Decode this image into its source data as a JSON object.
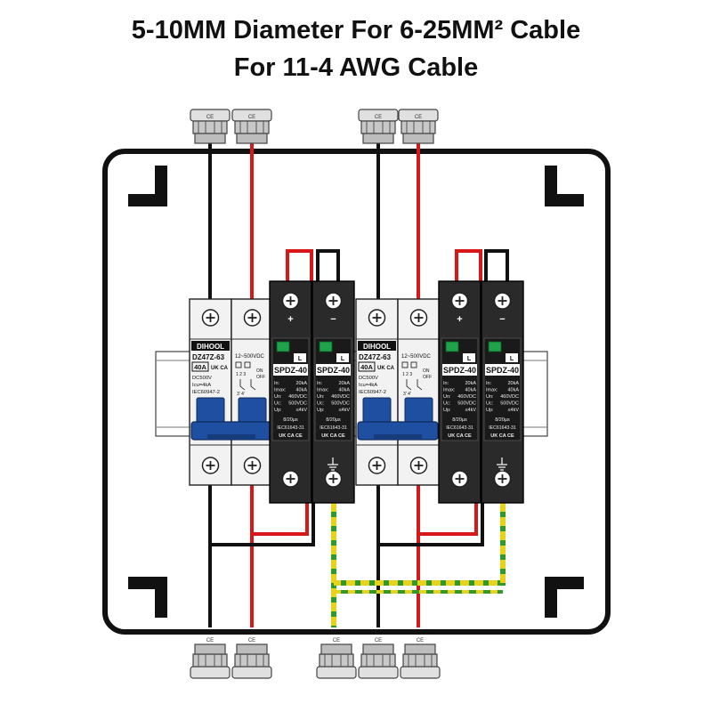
{
  "title": {
    "line1": "5-10MM Diameter For 6-25MM² Cable",
    "line2": "For 11-4 AWG Cable"
  },
  "breakers": [
    {
      "brand": "DIHOOL",
      "model": "DZ47Z-63",
      "rating": "40A",
      "specs": [
        "DC500V",
        "Icu=4kA",
        "IEC60947-2"
      ],
      "voltage_range": "12~500VDC",
      "on_label": "ON",
      "off_label": "OFF",
      "mark": "UK CA",
      "terminal_numbers": "1 2 3",
      "pole_numbers": "3' 4'"
    },
    {
      "brand": "DIHOOL",
      "model": "DZ47Z-63",
      "rating": "40A",
      "specs": [
        "DC500V",
        "Icu=4kA",
        "IEC60947-2"
      ],
      "voltage_range": "12~500VDC",
      "on_label": "ON",
      "off_label": "OFF",
      "mark": "UK CA",
      "terminal_numbers": "1 2 3",
      "pole_numbers": "3' 4'"
    }
  ],
  "spds": [
    {
      "model": "SPDZ-40",
      "label": "L",
      "rows": [
        [
          "In:",
          "20kA"
        ],
        [
          "Imax:",
          "40kA"
        ],
        [
          "Un:",
          "460VDC"
        ],
        [
          "Uc:",
          "500VDC"
        ],
        [
          "Up:",
          "≤4kV"
        ]
      ],
      "waveform": "8/20μs",
      "standard": "IEC61643-31",
      "marks": "UK CA CE",
      "plus_label": "+",
      "minus_label": "−"
    },
    {
      "model": "SPDZ-40",
      "label": "L",
      "rows": [
        [
          "In:",
          "20kA"
        ],
        [
          "Imax:",
          "40kA"
        ],
        [
          "Un:",
          "460VDC"
        ],
        [
          "Uc:",
          "500VDC"
        ],
        [
          "Up:",
          "≤4kV"
        ]
      ],
      "waveform": "8/20μs",
      "standard": "IEC61643-31",
      "marks": "UK CA CE",
      "plus_label": "+",
      "minus_label": "−"
    },
    {
      "model": "SPDZ-40",
      "label": "L",
      "rows": [
        [
          "In:",
          "20kA"
        ],
        [
          "Imax:",
          "40kA"
        ],
        [
          "Un:",
          "460VDC"
        ],
        [
          "Uc:",
          "500VDC"
        ],
        [
          "Up:",
          "≤4kV"
        ]
      ],
      "waveform": "8/20μs",
      "standard": "IEC61643-31",
      "marks": "UK CA CE",
      "plus_label": "+",
      "minus_label": "−"
    },
    {
      "model": "SPDZ-40",
      "label": "L",
      "rows": [
        [
          "In:",
          "20kA"
        ],
        [
          "Imax:",
          "40kA"
        ],
        [
          "Un:",
          "460VDC"
        ],
        [
          "Uc:",
          "500VDC"
        ],
        [
          "Up:",
          "≤4kV"
        ]
      ],
      "waveform": "8/20μs",
      "standard": "IEC61643-31",
      "marks": "UK CA CE",
      "plus_label": "+",
      "minus_label": "−"
    }
  ],
  "gland_mark": "CE",
  "colors": {
    "enclosure": "#111111",
    "spd_body": "#2a2a2a",
    "breaker_body": "#f2f2f2",
    "handle": "#1f4fa0",
    "indicator": "#1fa34a",
    "wire_red": "#d81818",
    "wire_black": "#111111",
    "wire_ground_yellow": "#e8d21a",
    "wire_ground_green": "#2e9a2e",
    "gland": "#d8d8d8"
  }
}
